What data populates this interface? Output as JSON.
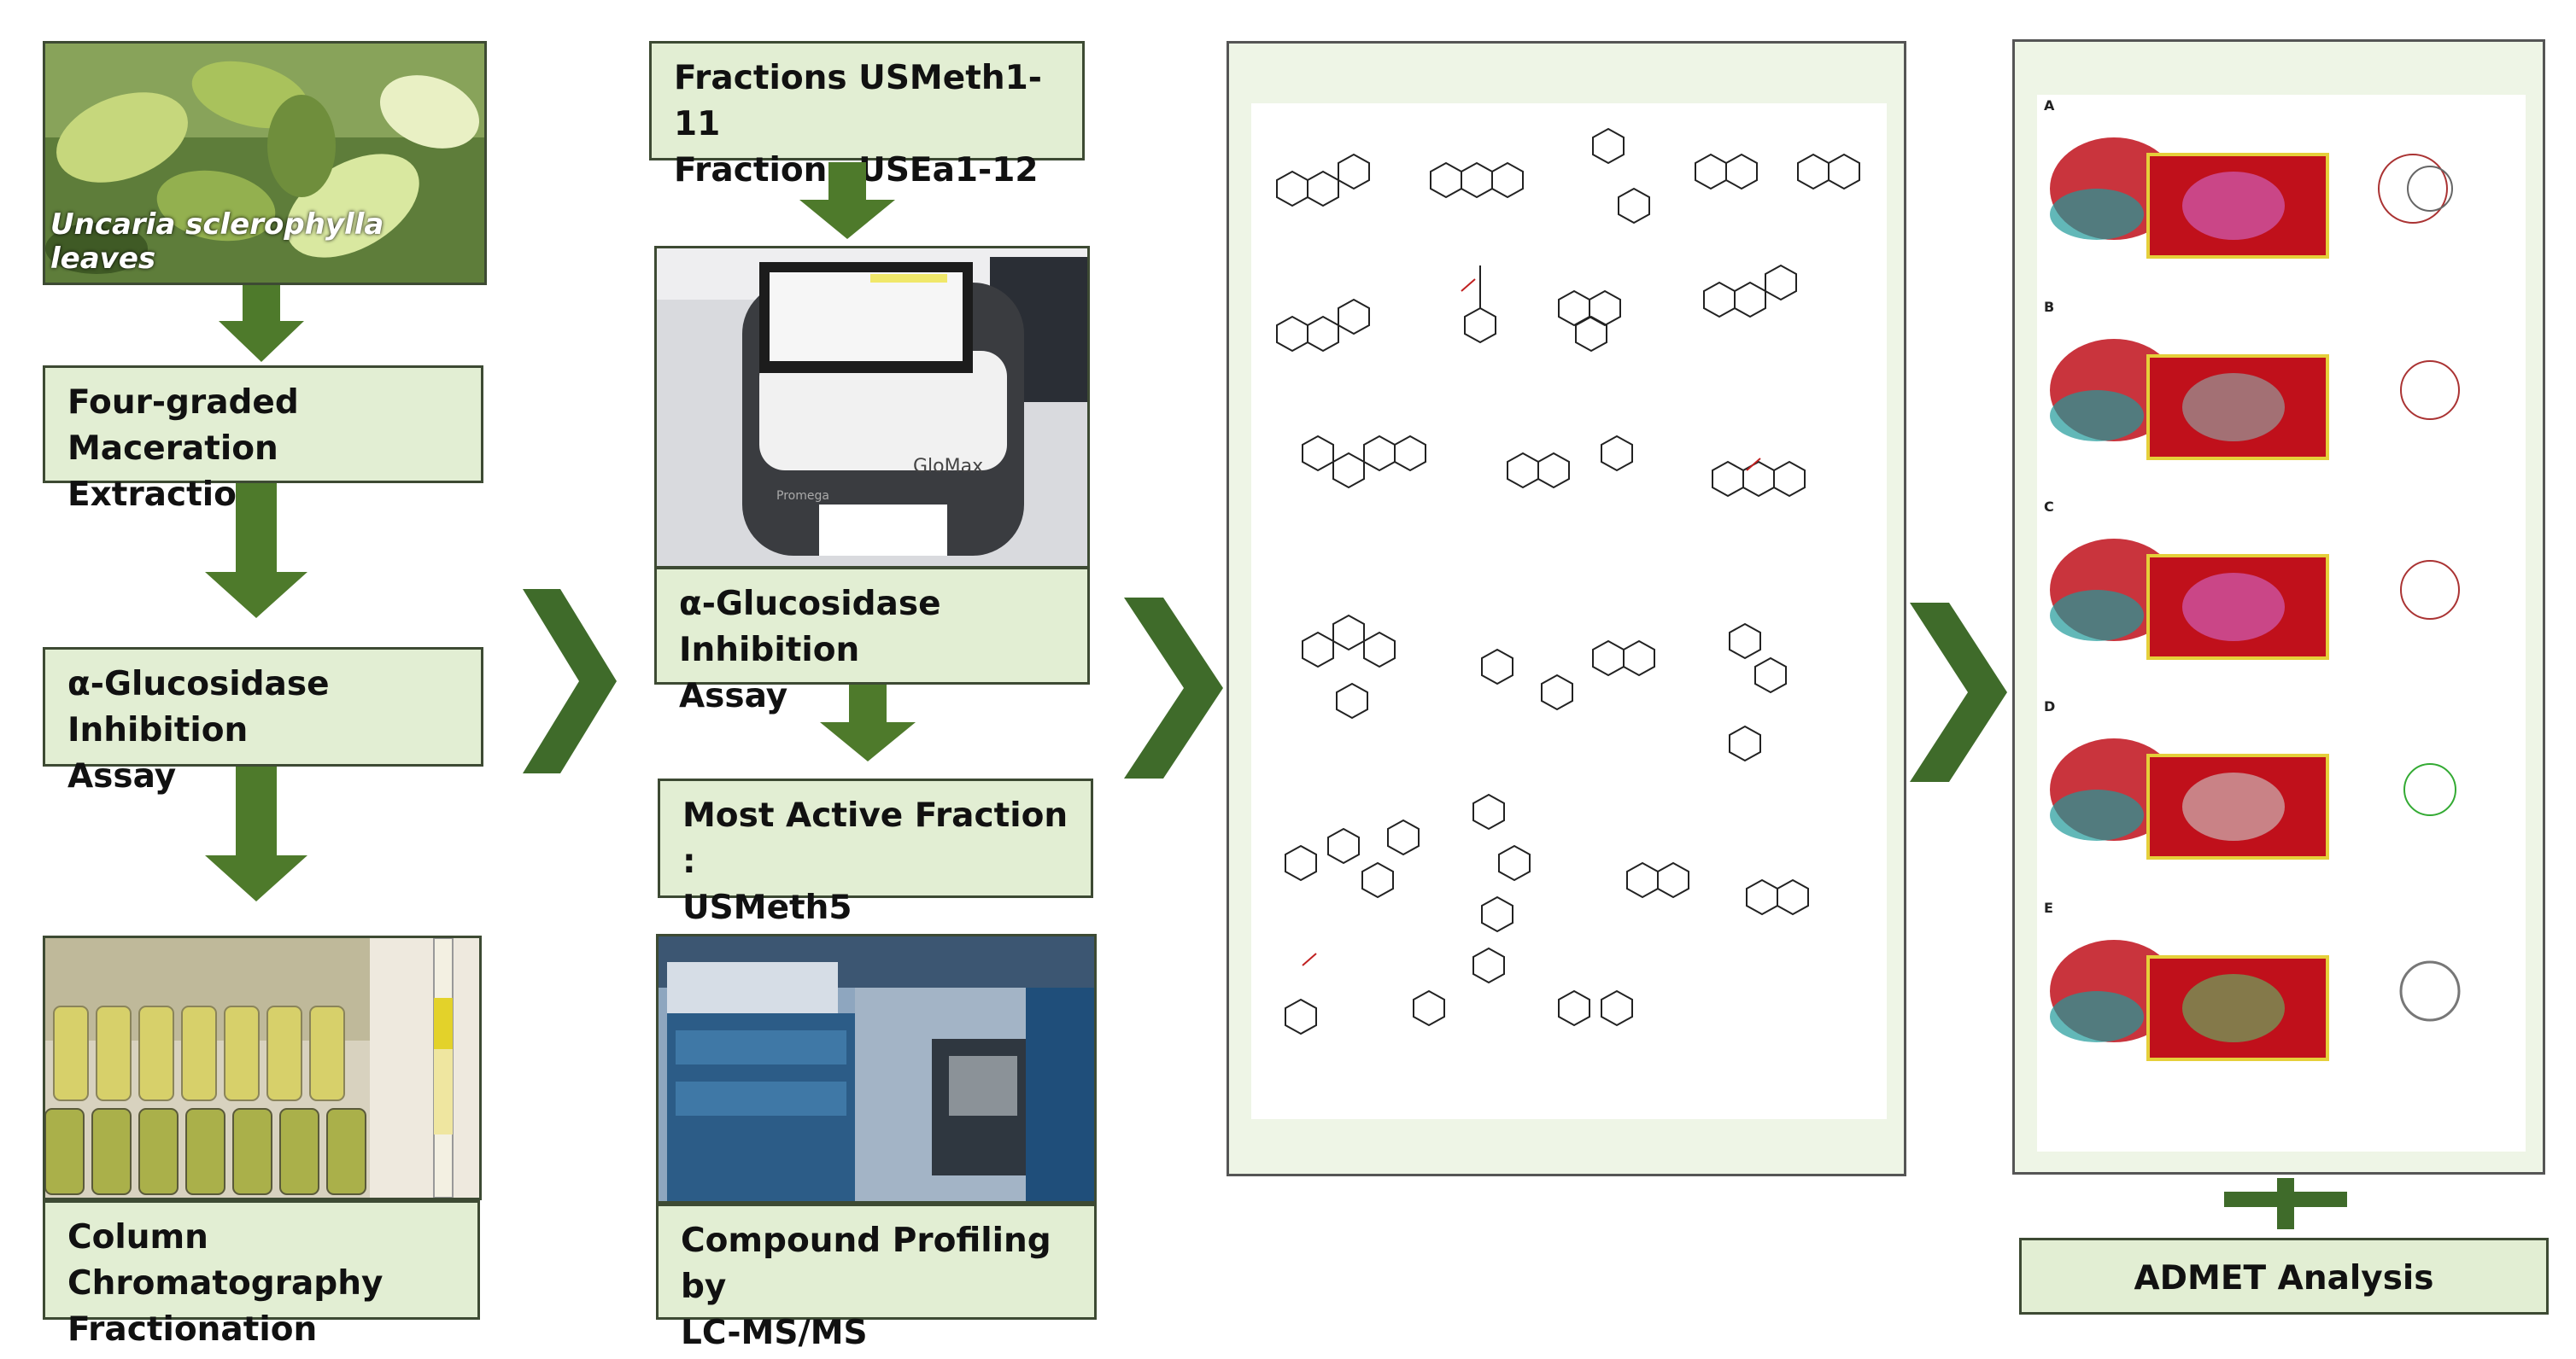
{
  "column1": {
    "photo_caption": "Uncaria sclerophylla leaves",
    "step1": [
      "Four-graded Maceration",
      "Extraction"
    ],
    "step2": [
      "α-Glucosidase Inhibition",
      "Assay"
    ],
    "step3": [
      "Column Chromatography",
      "Fractionation"
    ]
  },
  "column2": {
    "fractions": [
      "Fractions USMeth1-11",
      "Fractions USEa1-12"
    ],
    "assay": [
      "α-Glucosidase Inhibition",
      "Assay"
    ],
    "active": [
      "Most Active Fraction :",
      "USMeth5"
    ],
    "profiling": [
      "Compound Profiling by",
      "LC-MS/MS"
    ],
    "device_label": "GloMax",
    "device_brand": "Promega"
  },
  "column4": {
    "panel_letters": [
      "A",
      "B",
      "C",
      "D",
      "E"
    ],
    "admet": "ADMET Analysis"
  },
  "colors": {
    "box_fill": "#e2eed3",
    "arrow": "#4e7a2b",
    "chevron": "#3f6b2a",
    "protein_helix": "#c0101b",
    "protein_sheet": "#1f9a9a"
  }
}
